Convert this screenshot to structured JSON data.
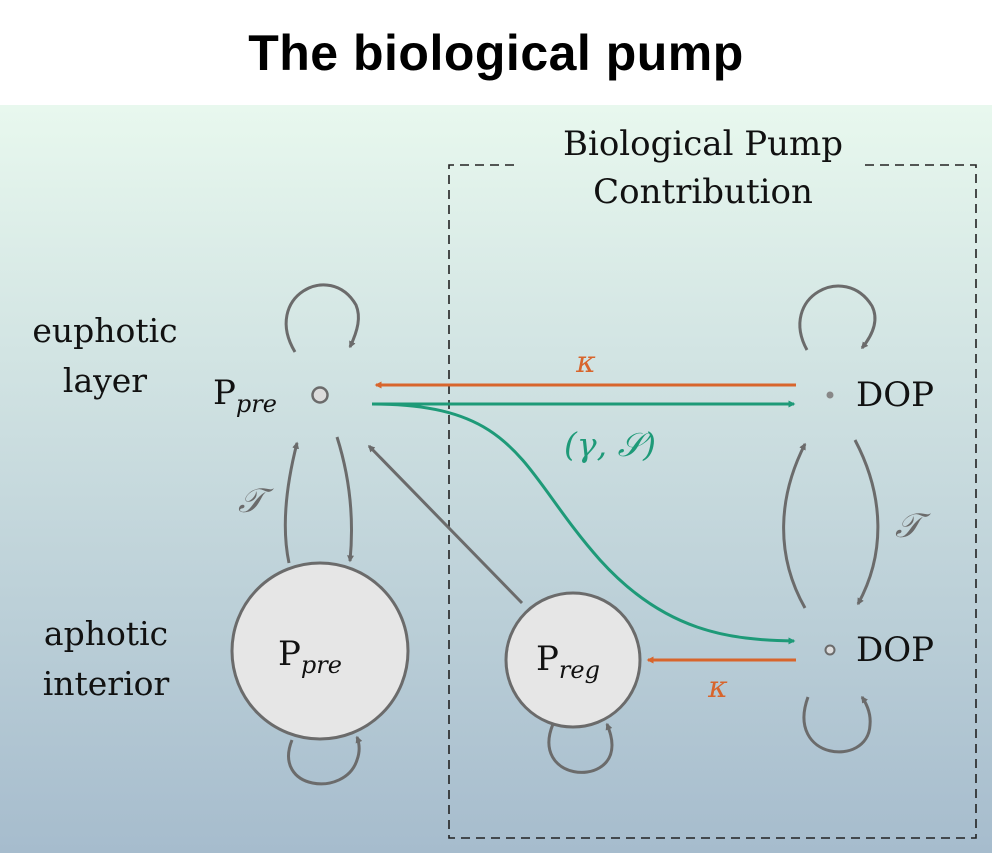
{
  "title": "The biological pump",
  "box_label": {
    "line1": "Biological Pump",
    "line2": "Contribution"
  },
  "layers": {
    "euphotic": {
      "line1": "euphotic",
      "line2": "layer"
    },
    "aphotic": {
      "line1": "aphotic",
      "line2": "interior"
    }
  },
  "nodes": {
    "ppre_surface": {
      "main": "P",
      "sub": "pre"
    },
    "ppre_interior": {
      "main": "P",
      "sub": "pre"
    },
    "preg": {
      "main": "P",
      "sub": "reg"
    },
    "dop_surface": "DOP",
    "dop_interior": "DOP"
  },
  "arrow_labels": {
    "kappa_top": "κ",
    "gamma_s": "(γ, 𝒮)",
    "kappa_bottom": "κ",
    "tau_left": "𝒯",
    "tau_right": "𝒯"
  },
  "colors": {
    "background_top": "#e8f8ee",
    "background_bottom": "#a6bccd",
    "orange": "#d8652c",
    "green": "#1e9a78",
    "gray": "#6b6b6b",
    "circle_fill": "#e6e6e6"
  }
}
